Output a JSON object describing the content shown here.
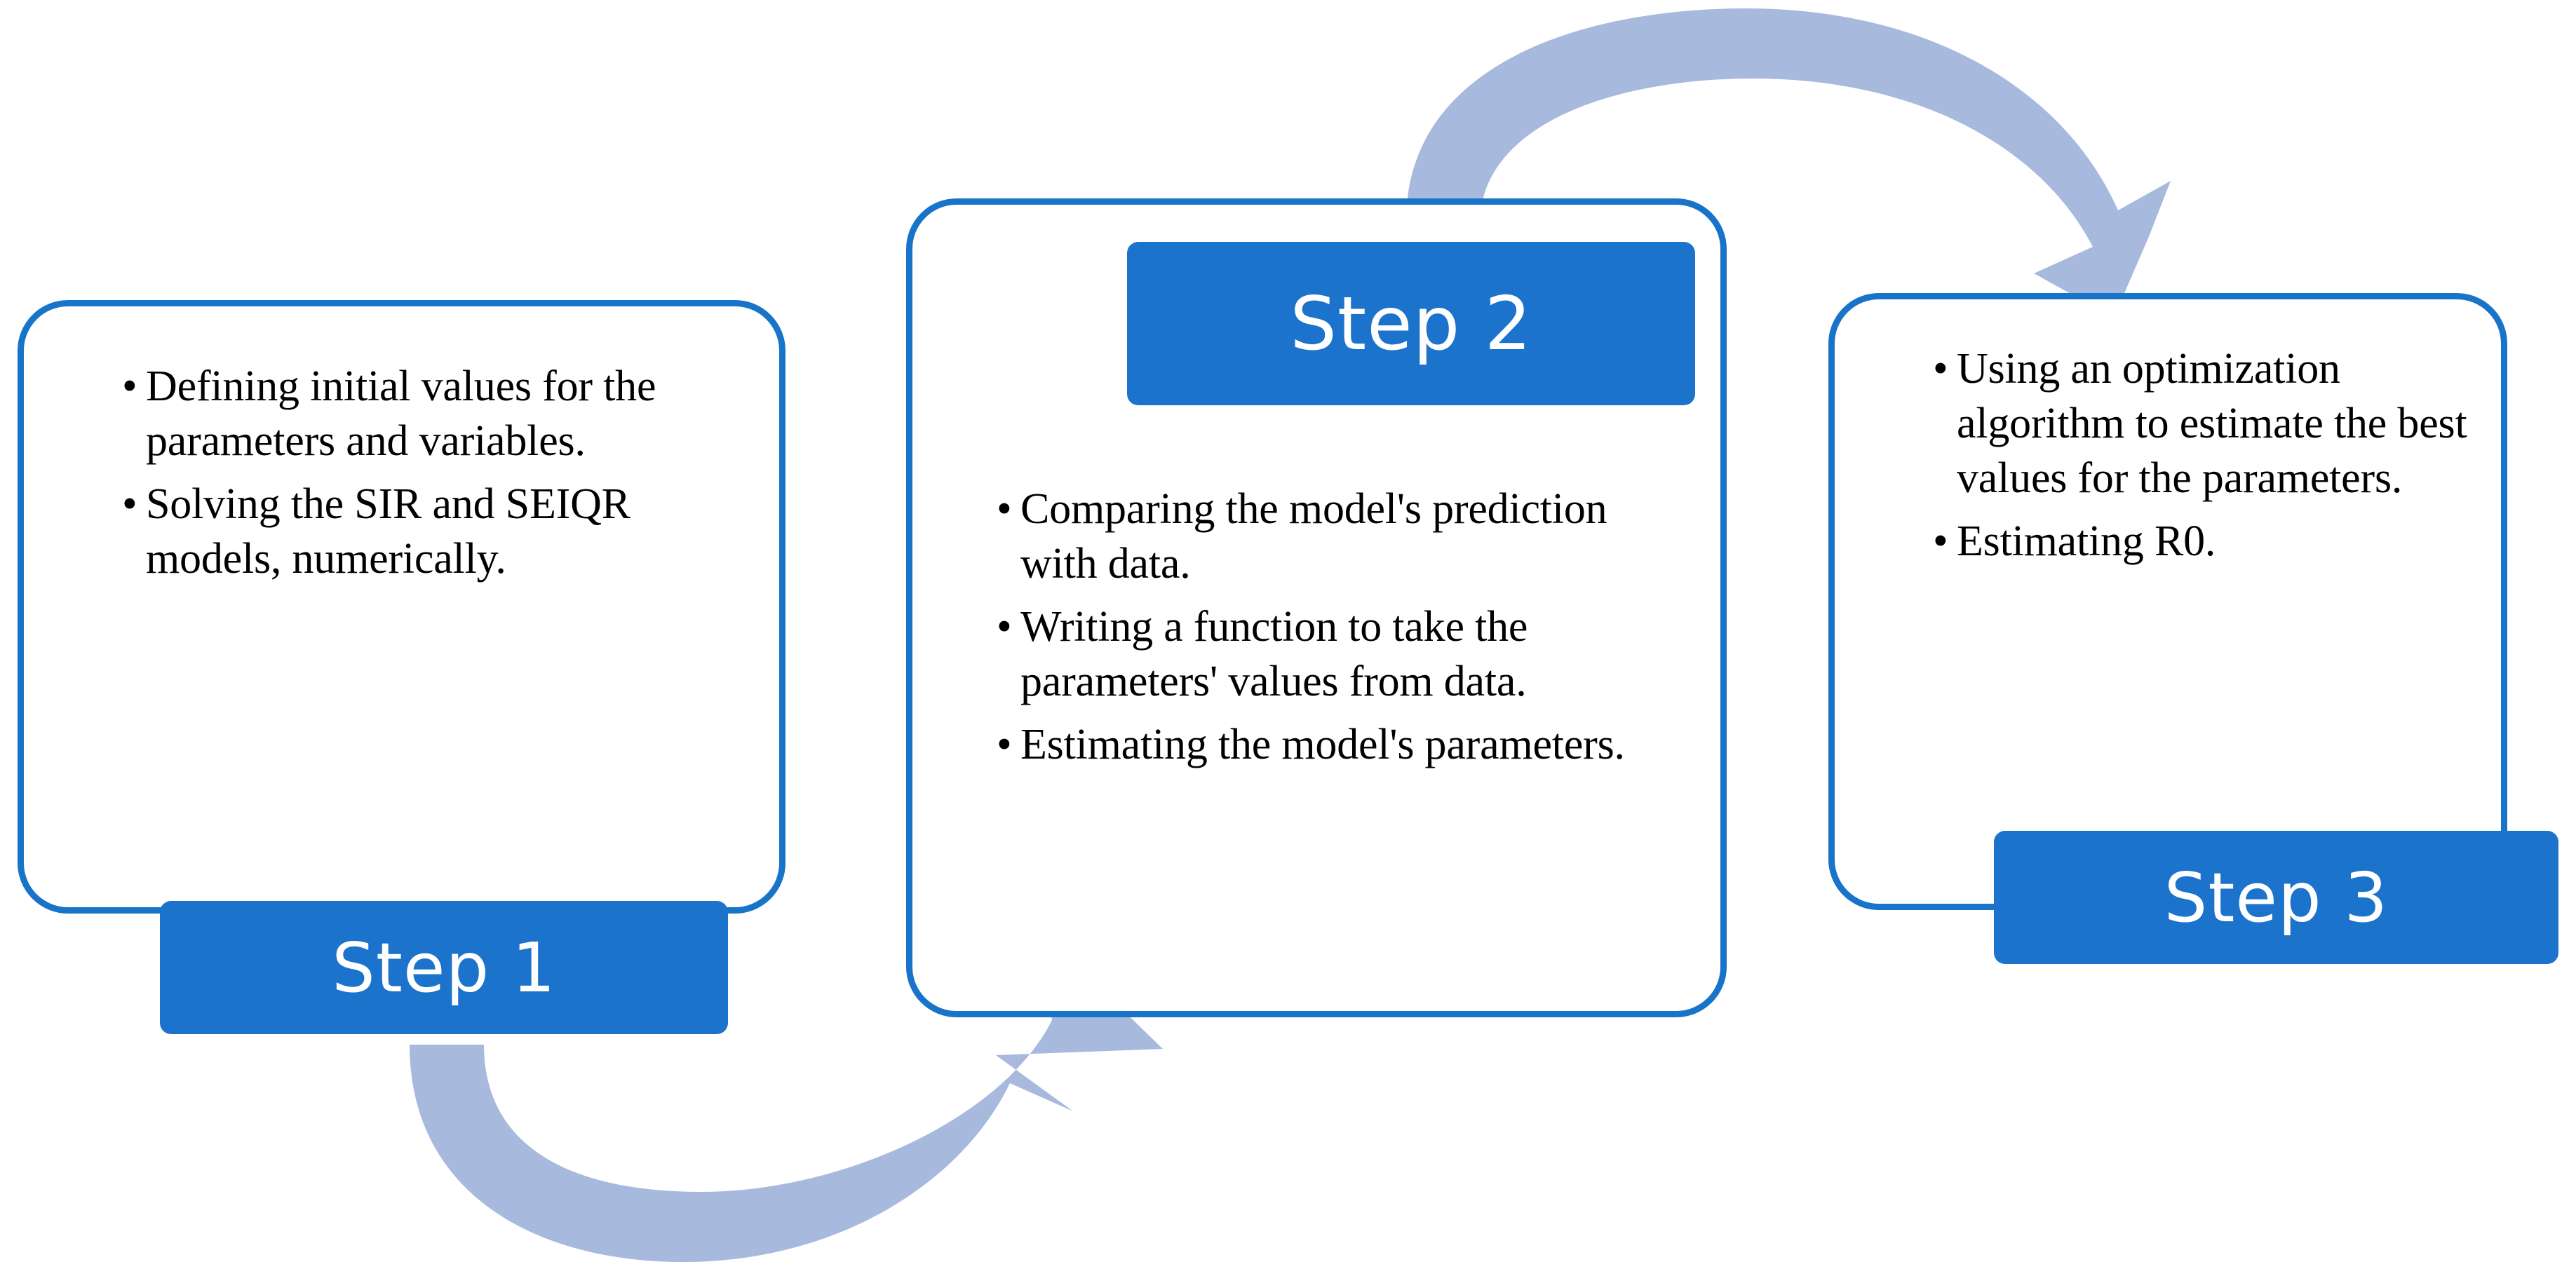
{
  "diagram": {
    "type": "process-flow",
    "title": "",
    "colors": {
      "card_border": "#1874C8",
      "badge_fill": "#1B73CB",
      "badge_text": "#FFFFFF",
      "arrow_fill": "#A8B9DE",
      "body_text": "#000000",
      "background": "#FFFFFF"
    },
    "steps": [
      {
        "badge_label": "Step 1",
        "bullets": [
          "Defining initial values for the parameters and variables.",
          "Solving the SIR and SEIQR models, numerically."
        ]
      },
      {
        "badge_label": "Step 2",
        "bullets": [
          "Comparing the model's prediction with data.",
          "Writing a function to take the parameters' values from data.",
          "Estimating the model's parameters."
        ]
      },
      {
        "badge_label": "Step 3",
        "bullets": [
          "Using an optimization algorithm to estimate the best values for the parameters.",
          "Estimating R0."
        ]
      }
    ],
    "connectors": [
      {
        "name": "arrow-step1-to-step2",
        "from": "Step 1",
        "to": "Step 2",
        "shape": "curved-down"
      },
      {
        "name": "arrow-step2-to-step3",
        "from": "Step 2",
        "to": "Step 3",
        "shape": "curved-up"
      }
    ]
  }
}
